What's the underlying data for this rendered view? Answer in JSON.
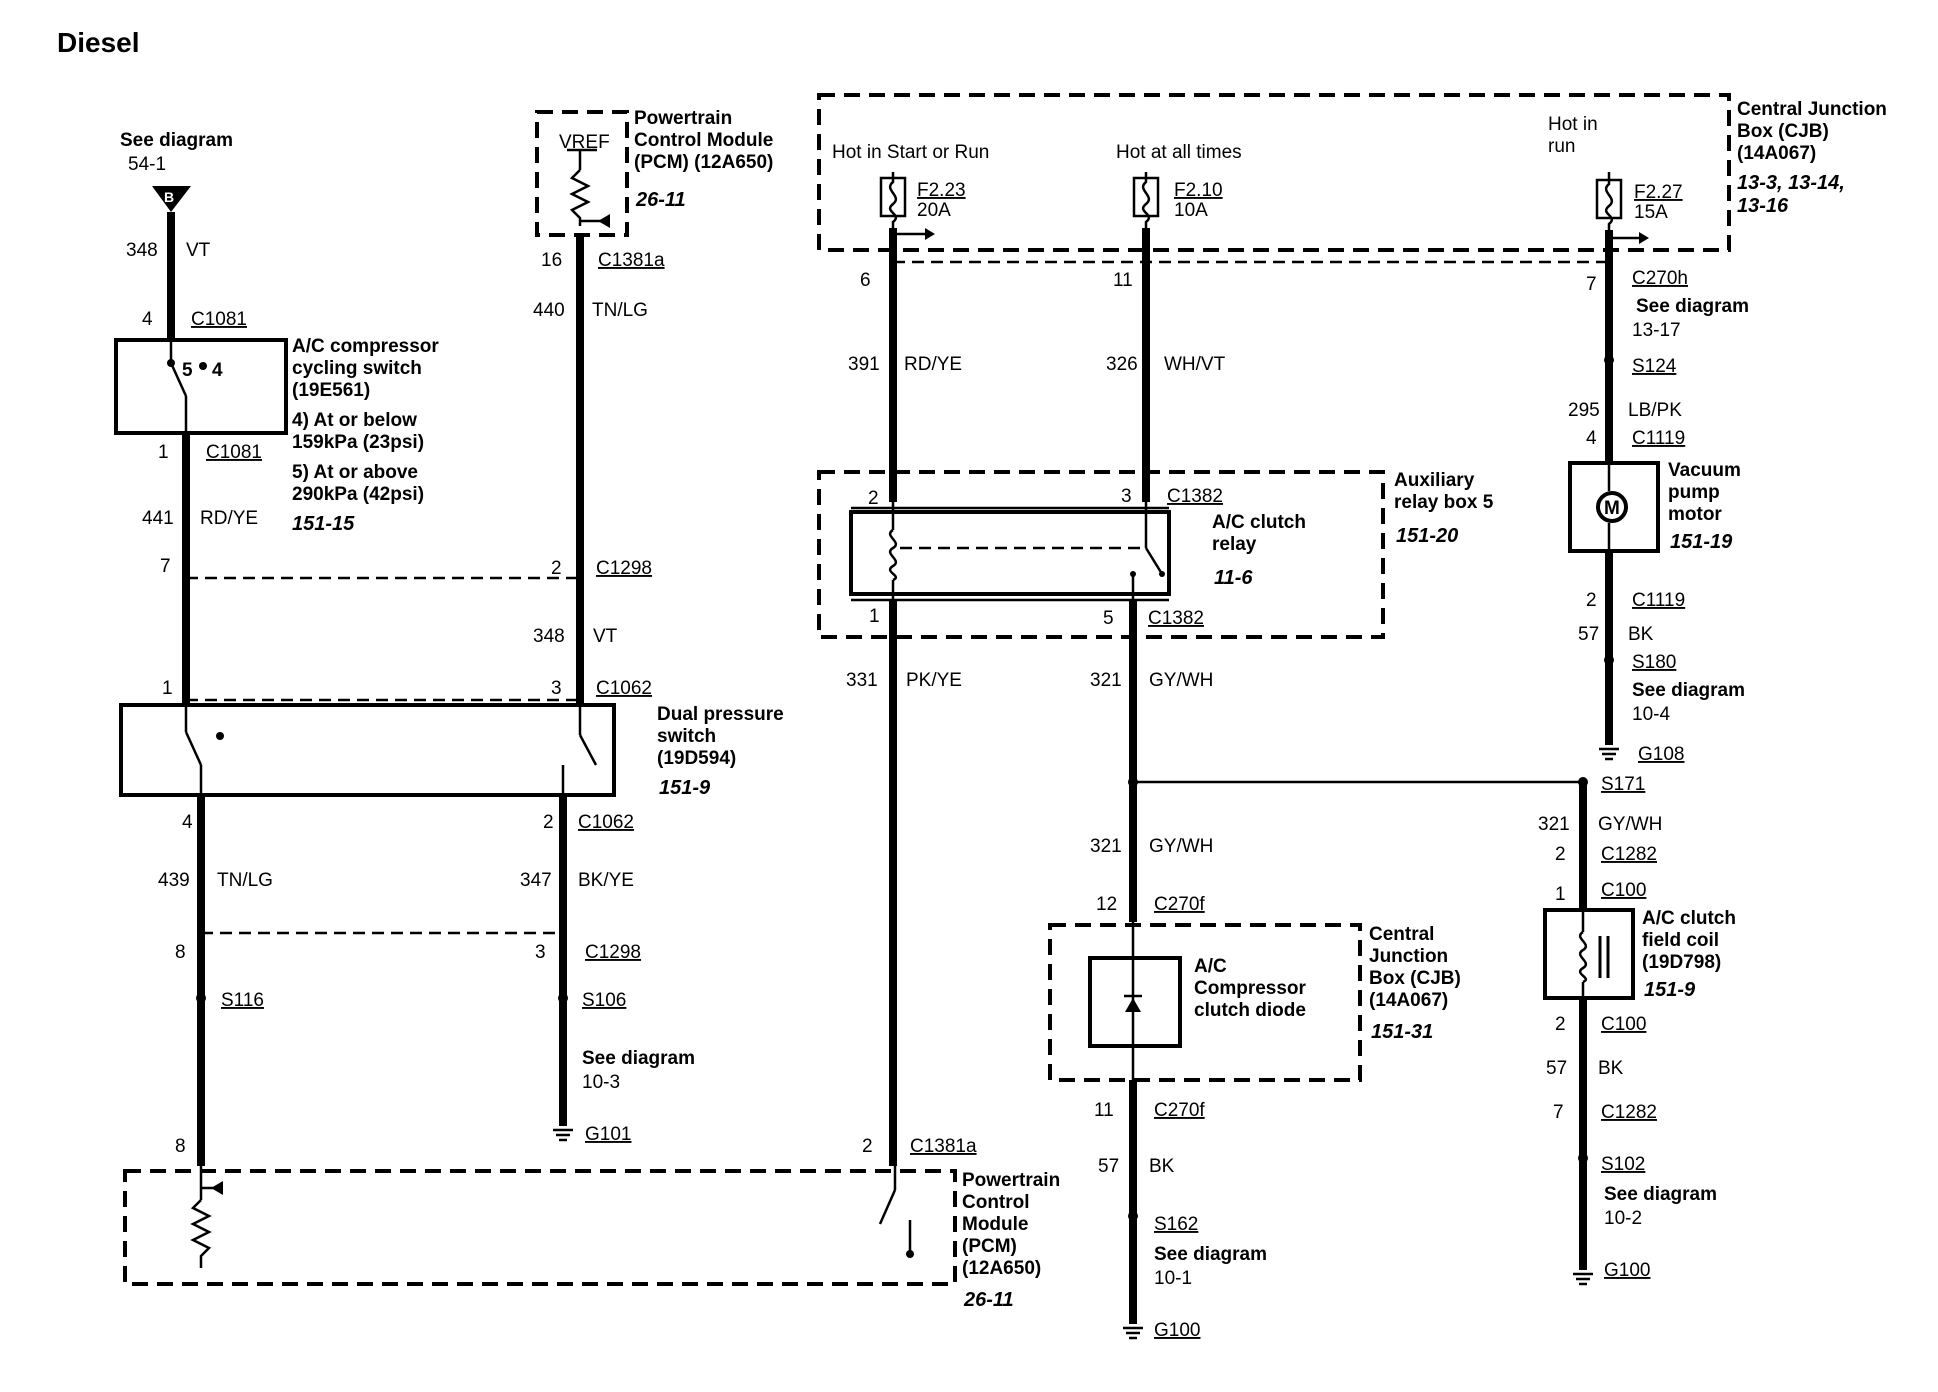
{
  "title": "Diesel",
  "battery_ref": {
    "see": "See diagram",
    "ref": "54-1",
    "symbol": "B"
  },
  "pcm_top": {
    "vref": "VREF",
    "lines": [
      "Powertrain",
      "Control Module",
      "(PCM) (12A650)"
    ],
    "ref": "26-11"
  },
  "cjb_top": {
    "lines": [
      "Central Junction",
      "Box (CJB)",
      "(14A067)"
    ],
    "ref_lines": [
      "13-3, 13-14,",
      "13-16"
    ],
    "hot_start_run": "Hot in Start or Run",
    "hot_all_times": "Hot at all times",
    "hot_run": [
      "Hot in",
      "run"
    ],
    "fuses": [
      {
        "id": "F2.23",
        "amps": "20A"
      },
      {
        "id": "F2.10",
        "amps": "10A"
      },
      {
        "id": "F2.27",
        "amps": "15A"
      }
    ]
  },
  "ac_cycling_switch": {
    "lines": [
      "A/C compressor",
      "cycling switch",
      "(19E561)",
      "4) At or below",
      "159kPa (23psi)",
      "5) At or above",
      "290kPa (42psi)"
    ],
    "ref": "151-15",
    "pins": {
      "p5": "5",
      "p4": "4"
    }
  },
  "dual_pressure_switch": {
    "lines": [
      "Dual pressure",
      "switch",
      "(19D594)"
    ],
    "ref": "151-9"
  },
  "aux_relay_box": {
    "lines": [
      "Auxiliary",
      "relay box 5"
    ],
    "ref": "151-20"
  },
  "ac_clutch_relay": {
    "lines": [
      "A/C clutch",
      "relay"
    ],
    "ref": "11-6"
  },
  "vacuum_pump": {
    "lines": [
      "Vacuum",
      "pump",
      "motor"
    ],
    "ref": "151-19",
    "symbol": "M"
  },
  "cjb_diode": {
    "lines": [
      "Central",
      "Junction",
      "Box (CJB)",
      "(14A067)"
    ],
    "ref": "151-31"
  },
  "diode": {
    "lines": [
      "A/C",
      "Compressor",
      "clutch diode"
    ]
  },
  "ac_clutch_coil": {
    "lines": [
      "A/C clutch",
      "field coil",
      "(19D798)"
    ],
    "ref": "151-9"
  },
  "pcm_bottom": {
    "lines": [
      "Powertrain",
      "Control",
      "Module",
      "(PCM)",
      "(12A650)"
    ],
    "ref": "26-11"
  },
  "wires": [
    {
      "circuit": "348",
      "color": "VT"
    },
    {
      "circuit": "440",
      "color": "TN/LG"
    },
    {
      "circuit": "441",
      "color": "RD/YE"
    },
    {
      "circuit": "348",
      "color": "VT"
    },
    {
      "circuit": "439",
      "color": "TN/LG"
    },
    {
      "circuit": "347",
      "color": "BK/YE"
    },
    {
      "circuit": "391",
      "color": "RD/YE"
    },
    {
      "circuit": "326",
      "color": "WH/VT"
    },
    {
      "circuit": "331",
      "color": "PK/YE"
    },
    {
      "circuit": "321",
      "color": "GY/WH"
    },
    {
      "circuit": "321",
      "color": "GY/WH"
    },
    {
      "circuit": "57",
      "color": "BK"
    },
    {
      "circuit": "295",
      "color": "LB/PK"
    },
    {
      "circuit": "57",
      "color": "BK"
    },
    {
      "circuit": "321",
      "color": "GY/WH"
    },
    {
      "circuit": "57",
      "color": "BK"
    }
  ],
  "connectors": [
    {
      "pin": "4",
      "id": "C1081"
    },
    {
      "pin": "1",
      "id": "C1081"
    },
    {
      "pin": "7",
      "id": ""
    },
    {
      "pin": "1",
      "id": ""
    },
    {
      "pin": "4",
      "id": ""
    },
    {
      "pin": "8",
      "id": ""
    },
    {
      "pin": "8",
      "id": ""
    },
    {
      "pin": "16",
      "id": "C1381a"
    },
    {
      "pin": "2",
      "id": "C1298"
    },
    {
      "pin": "3",
      "id": "C1062"
    },
    {
      "pin": "2",
      "id": "C1062"
    },
    {
      "pin": "3",
      "id": "C1298"
    },
    {
      "pin": "6",
      "id": ""
    },
    {
      "pin": "11",
      "id": ""
    },
    {
      "pin": "2",
      "id": ""
    },
    {
      "pin": "3",
      "id": "C1382"
    },
    {
      "pin": "1",
      "id": ""
    },
    {
      "pin": "5",
      "id": "C1382"
    },
    {
      "pin": "2",
      "id": "C1381a"
    },
    {
      "pin": "12",
      "id": "C270f"
    },
    {
      "pin": "11",
      "id": "C270f"
    },
    {
      "pin": "7",
      "id": "C270h"
    },
    {
      "pin": "4",
      "id": "C1119"
    },
    {
      "pin": "2",
      "id": "C1119"
    },
    {
      "pin": "2",
      "id": "C1282"
    },
    {
      "pin": "1",
      "id": "C100"
    },
    {
      "pin": "2",
      "id": "C100"
    },
    {
      "pin": "7",
      "id": "C1282"
    }
  ],
  "splices": [
    "S116",
    "S106",
    "S124",
    "S180",
    "S171",
    "S162",
    "S102"
  ],
  "grounds": [
    {
      "id": "G101",
      "see": "See diagram",
      "ref": "10-3"
    },
    {
      "id": "G108",
      "see": "See diagram",
      "ref": "10-4"
    },
    {
      "id": "G100",
      "see": "See diagram",
      "ref": "10-1"
    },
    {
      "id": "G100",
      "see": "See diagram",
      "ref": "10-2"
    }
  ],
  "see_13_17": {
    "see": "See diagram",
    "ref": "13-17"
  }
}
